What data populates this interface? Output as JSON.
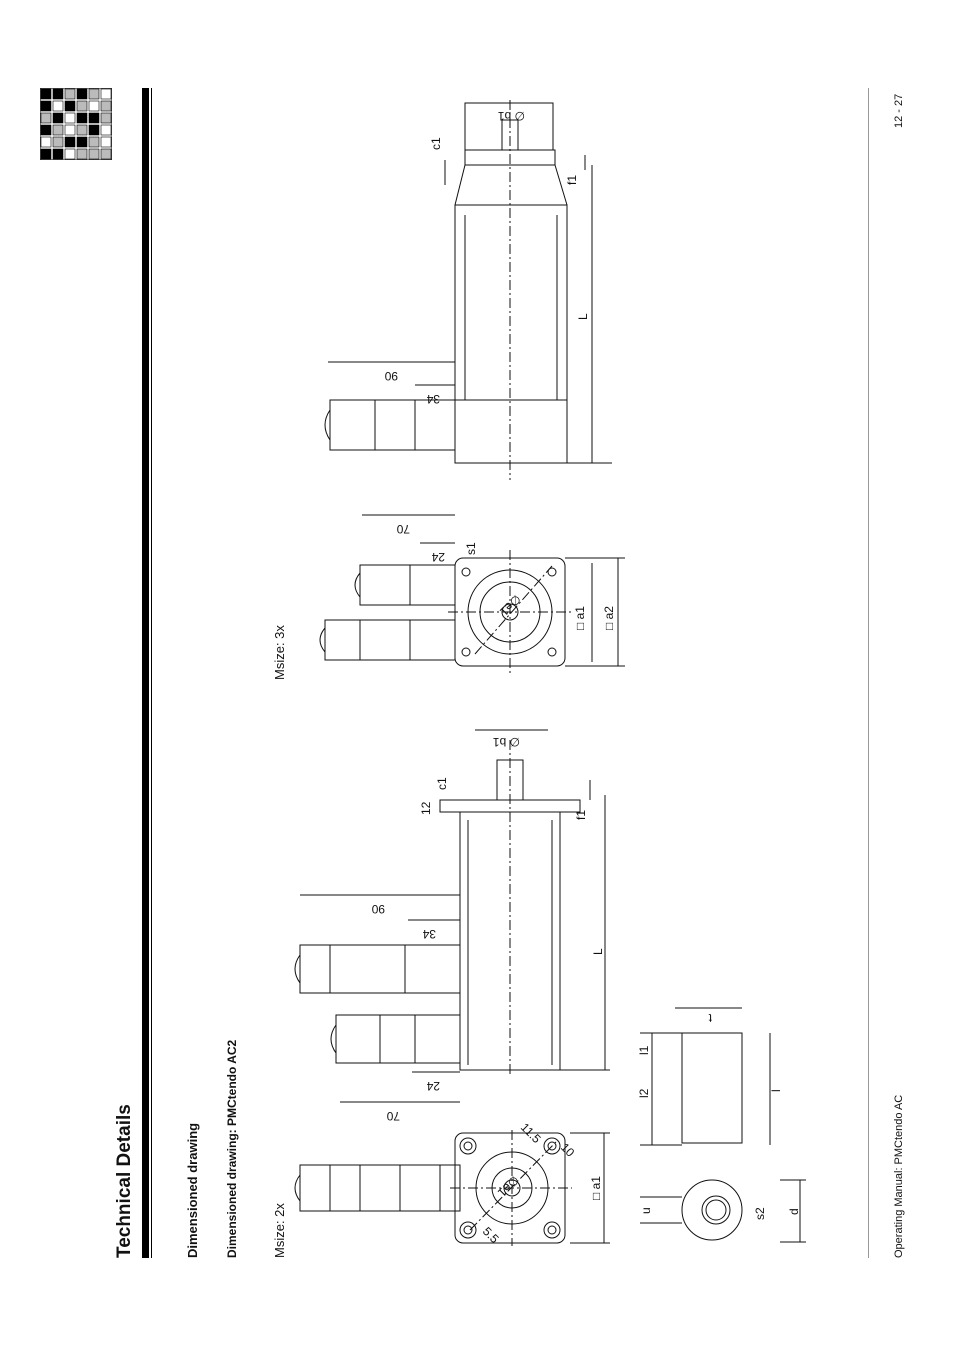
{
  "header": {
    "section_title": "Technical Details",
    "subtitle": "Dimensioned drawing",
    "drawing_title": "Dimensioned drawing: PMCtendo AC2"
  },
  "drawings": {
    "msize_2x_label": "Msize: 2x",
    "msize_3x_label": "Msize: 3x",
    "dims_2x": {
      "d70": "70",
      "d24": "24",
      "d34": "34",
      "d90": "90",
      "d12": "12",
      "c1": "c1",
      "f1": "f1",
      "L": "L",
      "b1": "∅ b1",
      "a1": "□ a1",
      "e1": "∅e1",
      "d115": "11.5",
      "d10": "10",
      "d55": "5.5"
    },
    "dims_3x": {
      "d70": "70",
      "d24": "24",
      "d34": "34",
      "d90": "90",
      "c1": "c1",
      "f1": "f1",
      "L": "L",
      "b1": "∅ b1",
      "a1": "□ a1",
      "a2": "□ a2",
      "s1": "s1",
      "e1": "∅e1"
    },
    "shaft": {
      "l1": "l1",
      "l2": "l2",
      "l": "l",
      "t": "t",
      "u": "u",
      "s2": "s2",
      "d": "d"
    }
  },
  "footer": {
    "manual": "Operating Manual: PMCtendo AC",
    "page": "12 - 27"
  }
}
